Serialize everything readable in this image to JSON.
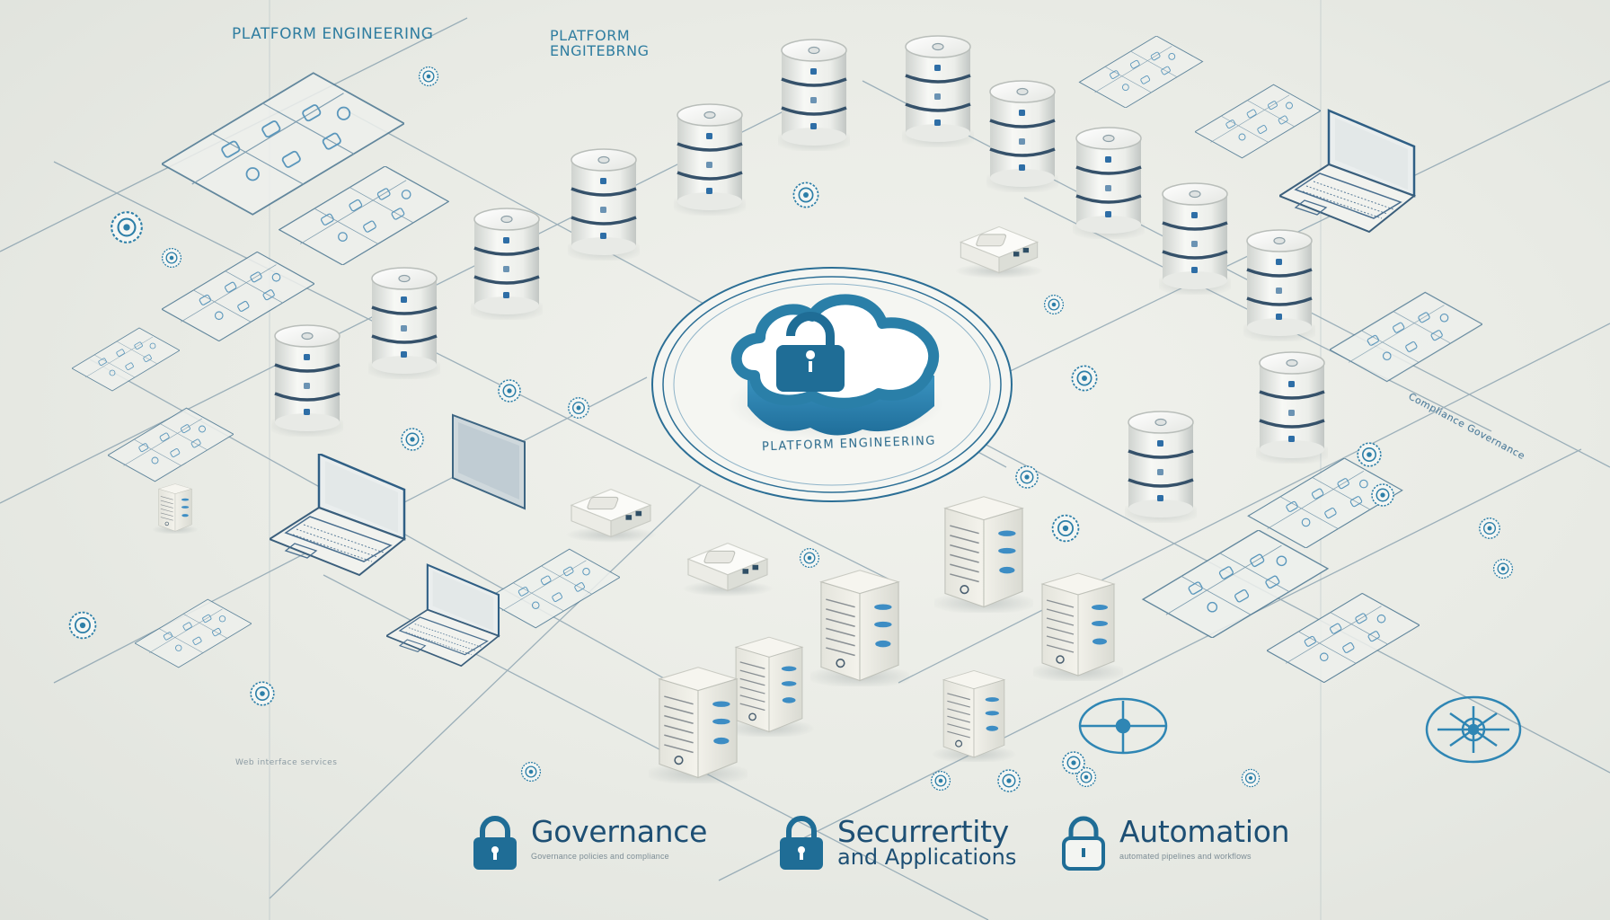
{
  "header": {
    "title_main": "PLATFORM ENGINEERING",
    "title_secondary_line1": "PLATFORM",
    "title_secondary_line2": "ENGITEBRNG"
  },
  "center": {
    "icon": "cloud-lock-icon",
    "ring_label": "PLATFORM ENGINEERING"
  },
  "footer": {
    "items": [
      {
        "icon": "lock-icon",
        "title": "Governance",
        "subtitle": "Governance policies and compliance"
      },
      {
        "icon": "lock-icon",
        "title": "Securrertity",
        "subtitle": "and Applications"
      },
      {
        "icon": "lock-open-icon",
        "title": "Automation",
        "subtitle": "automated pipelines and workflows"
      }
    ]
  },
  "side_labels": {
    "left_bottom": "Web interface services",
    "right_middle": "Compliance Governance"
  },
  "elements": {
    "database_count": 12,
    "server_rack_count": 6,
    "laptop_count": 3,
    "network_device_count": 4
  },
  "colors": {
    "accent": "#2a7fa6",
    "accent_dark": "#1d4f74",
    "cloud": "#2f86b4",
    "background": "#eaece6",
    "line": "#3f6f8f"
  }
}
